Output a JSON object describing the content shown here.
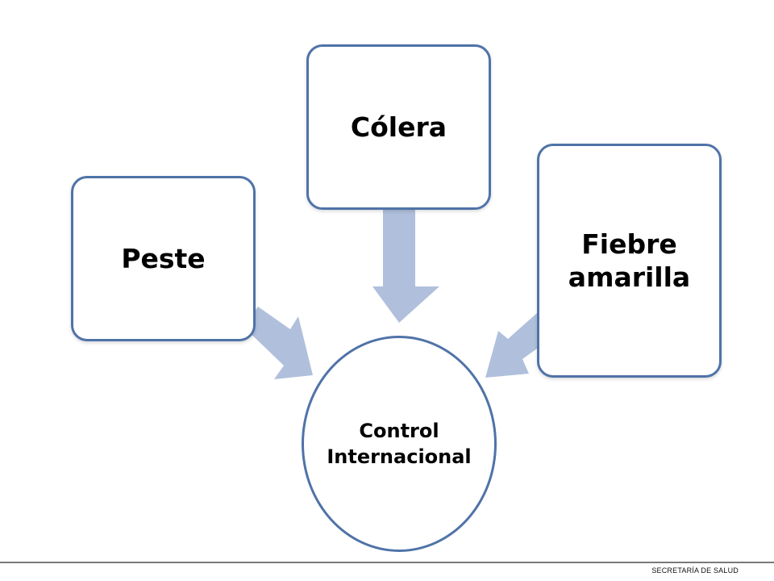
{
  "diagram": {
    "sources": [
      {
        "id": "peste",
        "label": "Peste"
      },
      {
        "id": "colera",
        "label": "Cólera"
      },
      {
        "id": "fiebre",
        "label": "Fiebre amarilla"
      }
    ],
    "target": {
      "label": "Control Internacional"
    }
  },
  "footer": {
    "text": "SECRETARÍA DE SALUD"
  },
  "colors": {
    "border": "#4f73a8",
    "arrow": "#b0c0dc"
  }
}
